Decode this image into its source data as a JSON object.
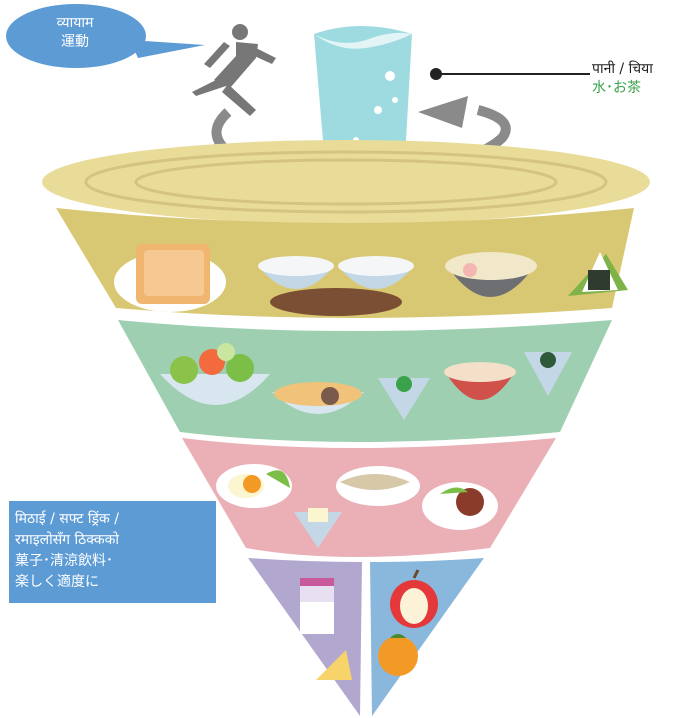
{
  "exercise_bubble": {
    "text_ne": "व्यायाम",
    "text_ja": "運動"
  },
  "water_label": {
    "text_ne": "पानी / चिया",
    "text_ja": "水･お茶"
  },
  "sweets_box": {
    "line1": "मिठाई / सफ्ट ड्रिंक /",
    "line2": "रमाइलोसँग ठिक्कको",
    "line3": "菓子･清涼飲料･",
    "line4": "楽しく適度に"
  },
  "colors": {
    "top_disc": "#e9dc99",
    "tier_grains": "#d9c873",
    "tier_vegetables": "#9ecfb1",
    "tier_protein": "#eab0b6",
    "tier_milk": "#b2a8cf",
    "tier_fruit": "#8ab8dc",
    "exercise_bubble": "#5d9bd5",
    "sweets_box": "#5d9bd5",
    "water_glass": "#9ddbe0",
    "arrow": "#8a8a8a"
  }
}
